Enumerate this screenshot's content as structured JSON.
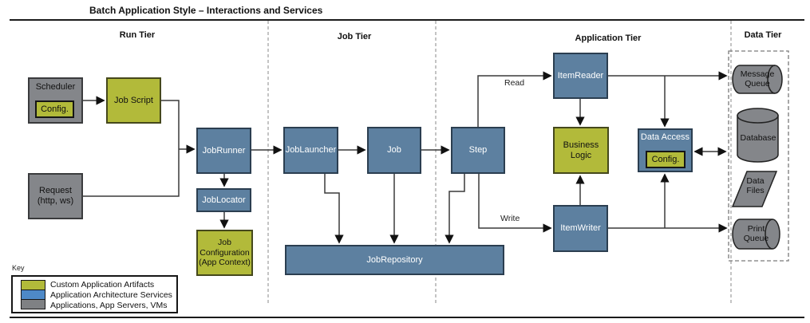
{
  "title": "Batch Application Style – Interactions and Services",
  "tiers": {
    "run": "Run Tier",
    "job": "Job Tier",
    "application": "Application Tier",
    "data": "Data Tier"
  },
  "nodes": {
    "scheduler": {
      "label": "Scheduler",
      "config": "Config."
    },
    "job_script": {
      "label": "Job Script"
    },
    "request": {
      "label": "Request\n(http, ws)"
    },
    "job_runner": {
      "label": "JobRunner"
    },
    "job_locator": {
      "label": "JobLocator"
    },
    "job_configuration": {
      "label": "Job\nConfiguration\n(App Context)"
    },
    "job_launcher": {
      "label": "JobLauncher"
    },
    "job": {
      "label": "Job"
    },
    "step": {
      "label": "Step"
    },
    "job_repository": {
      "label": "JobRepository"
    },
    "item_reader": {
      "label": "ItemReader"
    },
    "business_logic": {
      "label": "Business\nLogic"
    },
    "data_access": {
      "label": "Data Access",
      "config": "Config."
    },
    "item_writer": {
      "label": "ItemWriter"
    },
    "message_queue": {
      "label": "Message\nQueue"
    },
    "database": {
      "label": "Database"
    },
    "data_files": {
      "label": "Data\nFiles"
    },
    "print_queue": {
      "label": "Print\nQueue"
    }
  },
  "edges": {
    "read": "Read",
    "write": "Write"
  },
  "key": {
    "title": "Key",
    "items": [
      {
        "label": "Custom Application Artifacts",
        "color": "#b2ba3a"
      },
      {
        "label": "Application Architecture Services",
        "color": "#4e89c7"
      },
      {
        "label": "Applications, App Servers, VMs",
        "color": "#7f8184"
      }
    ]
  },
  "colors": {
    "custom_artifact": "#b2ba3a",
    "architecture_service": "#5d80a0",
    "app_server_gray": "#84868a",
    "connector": "#3a3a3a"
  }
}
